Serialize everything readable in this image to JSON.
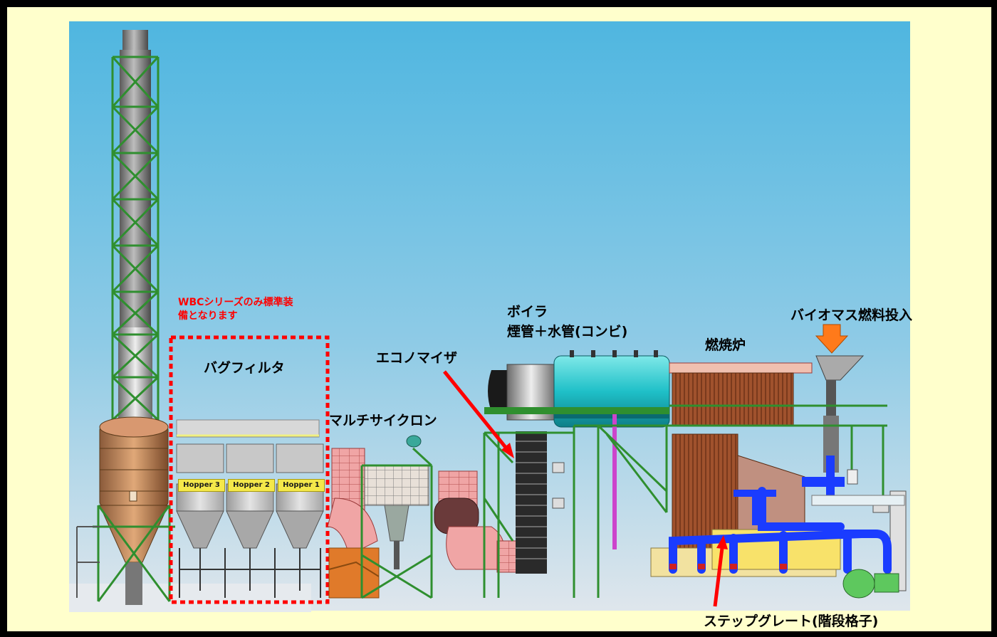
{
  "note": {
    "line1": "WBCシリーズのみ標準装",
    "line2": "備となります"
  },
  "labels": {
    "bag_filter": "バグフィルタ",
    "multi_cyclone": "マルチサイクロン",
    "economizer": "エコノマイザ",
    "boiler_line1": "ボイラ",
    "boiler_line2": "煙管＋水管(コンビ)",
    "furnace": "燃焼炉",
    "fuel_input": "バイオマス燃料投入",
    "step_grate": "ステップグレート(階段格子)"
  },
  "hoppers": [
    "Hopper 3",
    "Hopper 2",
    "Hopper 1"
  ],
  "colors": {
    "sky_top": "#4fb6e0",
    "sky_bottom": "#dfe8ee",
    "frame_bg": "#ffffcc",
    "frame_border": "#000000",
    "callout_red": "#ff0000",
    "steel_green": "#2f8f2f",
    "boiler_cyan": "#1fc8c8",
    "furnace_brown": "#a0522d",
    "duct_pink": "#e88a8a",
    "grate_blue": "#1a3cff",
    "fuel_arrow": "#ff7a1a"
  }
}
